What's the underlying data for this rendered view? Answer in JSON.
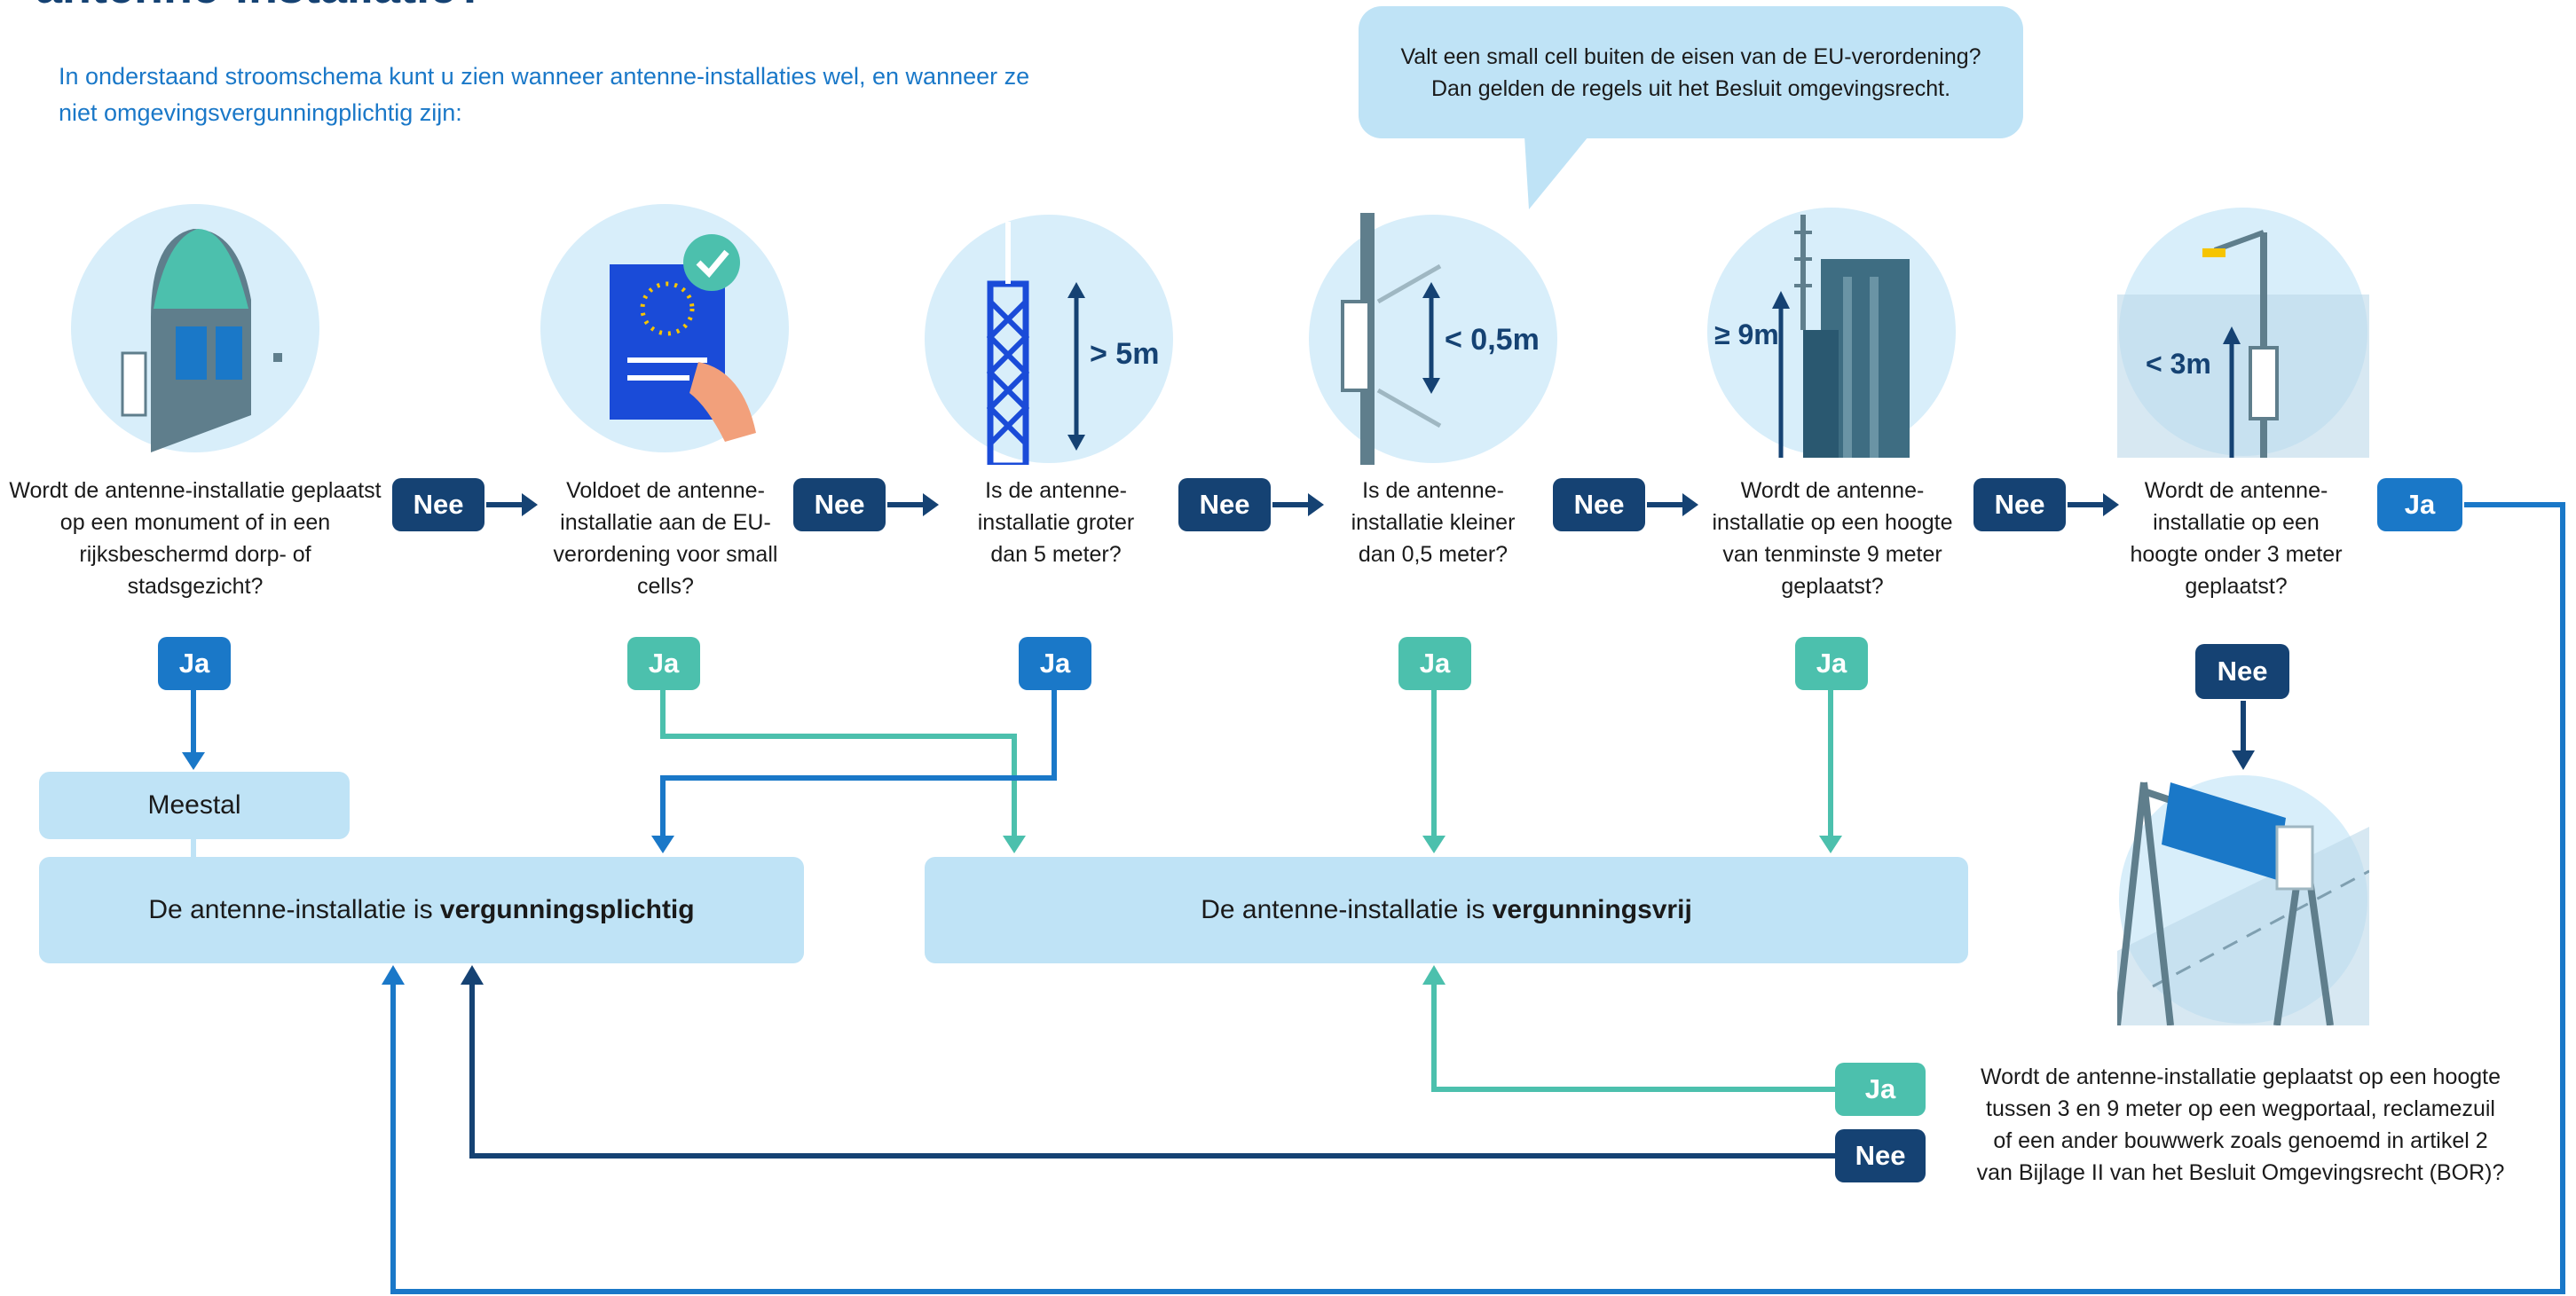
{
  "header": {
    "title": "antenne-installatie?",
    "intro": "In onderstaand stroomschema kunt u zien wanneer antenne-installaties wel, en wanneer ze niet omgevingsvergunningplichtig zijn:"
  },
  "bubble": {
    "line1": "Valt een small cell buiten de eisen van de EU-verordening?",
    "line2": "Dan gelden de regels uit het Besluit omgevingsrecht."
  },
  "questions": {
    "q1": "Wordt de antenne-installatie geplaatst op een monument of in een rijksbeschermd dorp- of stadsgezicht?",
    "q2": "Voldoet de antenne-installatie aan de EU-verordening voor small cells?",
    "q3": "Is de antenne-installatie groter dan 5 meter?",
    "q4": "Is de antenne-installatie kleiner dan 0,5 meter?",
    "q5": "Wordt de antenne-installatie op een hoogte van tenminste 9 meter geplaatst?",
    "q6": "Wordt de antenne-installatie op een hoogte onder 3 meter geplaatst?",
    "q7": "Wordt de antenne-installatie geplaatst op een hoogte tussen 3 en 9 meter op een wegportaal, reclamezuil of een ander bouwwerk zoals genoemd in artikel 2 van Bijlage II van het Besluit Omgevingsrecht (BOR)?"
  },
  "icon_labels": {
    "tower": "> 5m",
    "small": "< 0,5m",
    "building": "≥ 9m",
    "lamp": "< 3m"
  },
  "answers": {
    "nee": "Nee",
    "ja": "Ja"
  },
  "outcomes": {
    "meestal": "Meestal",
    "plichtig_prefix": "De antenne-installatie is ",
    "plichtig_bold": "vergunningsplichtig",
    "vrij_prefix": "De antenne-installatie is ",
    "vrij_bold": "vergunningsvrij"
  },
  "colors": {
    "navy": "#154273",
    "blue": "#1a78c8",
    "teal": "#4cc0ad",
    "light": "#bfe3f6"
  }
}
